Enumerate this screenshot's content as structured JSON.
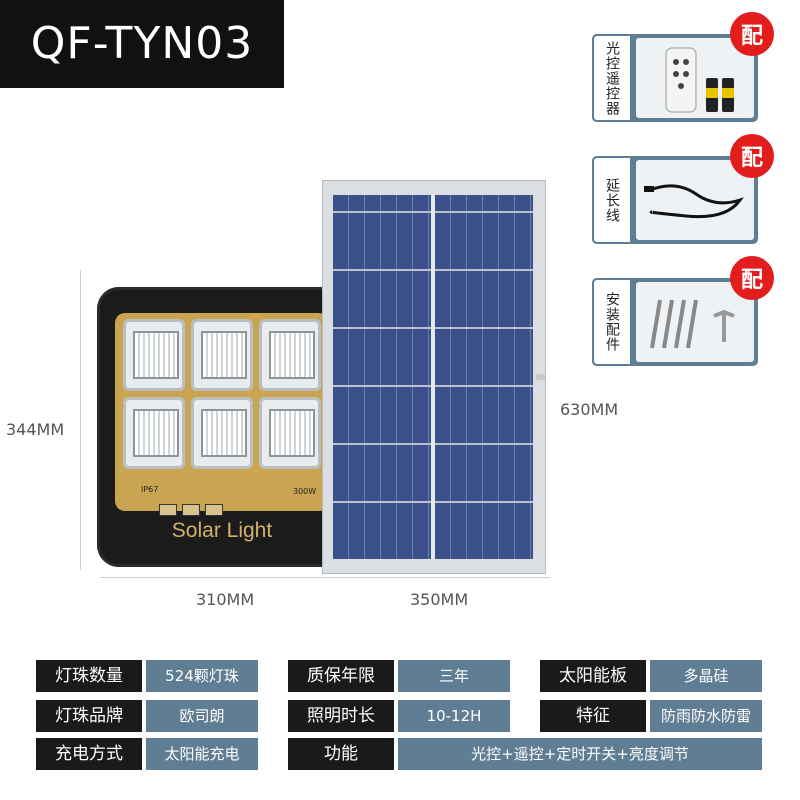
{
  "title": "QF-TYN03",
  "dimensions": {
    "lamp_height": "344MM",
    "lamp_width": "310MM",
    "panel_height": "630MM",
    "panel_width": "350MM"
  },
  "lamp": {
    "ip_rating": "IP67",
    "wattage": "300W",
    "brand_text": "Solar Light"
  },
  "accessories": [
    {
      "label": "光控遥控器",
      "badge": "配",
      "icon": "remote-control-icon"
    },
    {
      "label": "延长线",
      "badge": "配",
      "icon": "extension-cable-icon"
    },
    {
      "label": "安装配件",
      "badge": "配",
      "icon": "screws-icon"
    }
  ],
  "specs": {
    "row1": [
      {
        "key": "灯珠数量",
        "value": "524颗灯珠"
      },
      {
        "key": "质保年限",
        "value": "三年"
      },
      {
        "key": "太阳能板",
        "value": "多晶硅"
      }
    ],
    "row2": [
      {
        "key": "灯珠品牌",
        "value": "欧司朗"
      },
      {
        "key": "照明时长",
        "value": "10-12H"
      },
      {
        "key": "特征",
        "value": "防雨防水防雷"
      }
    ],
    "row3": [
      {
        "key": "充电方式",
        "value": "太阳能充电"
      },
      {
        "key": "功能",
        "value": "光控+遥控+定时开关+亮度调节"
      }
    ]
  },
  "colors": {
    "accent": "#5f7e93",
    "badge": "#e31c1c",
    "dark": "#1a1a1a"
  }
}
